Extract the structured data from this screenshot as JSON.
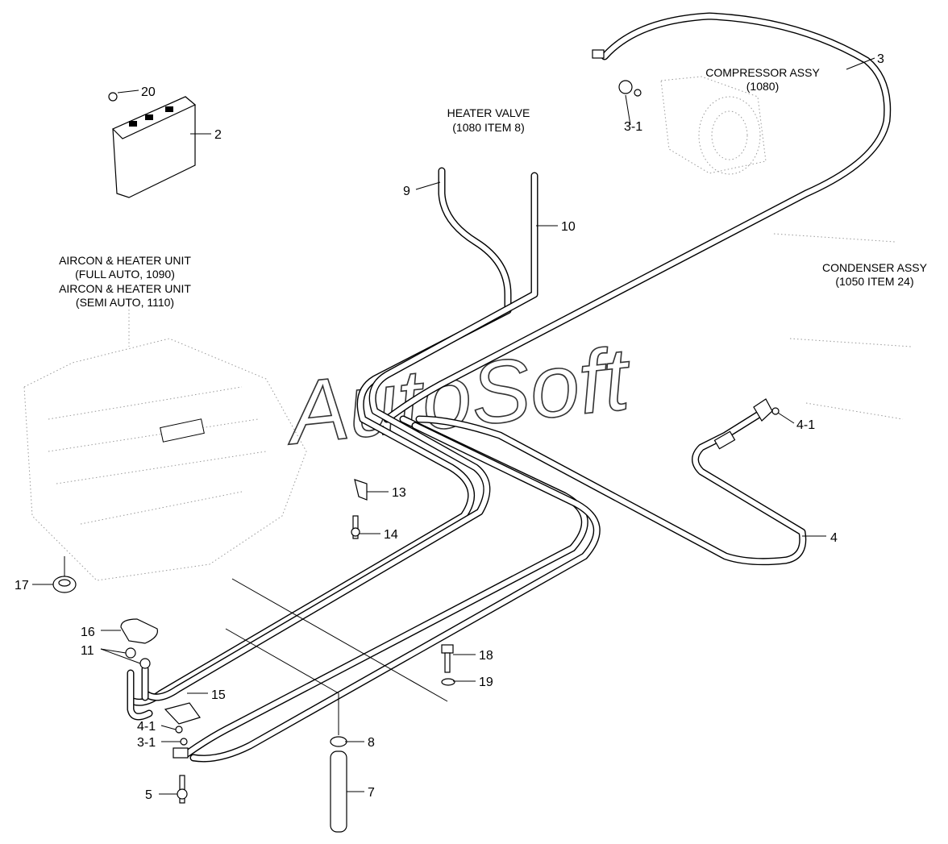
{
  "watermark": "AutoSoft",
  "captions": {
    "heater_valve": [
      "HEATER VALVE",
      "(1080 ITEM 8)"
    ],
    "compressor": [
      "COMPRESSOR ASSY",
      "(1080)"
    ],
    "condenser": [
      "CONDENSER ASSY",
      "(1050 ITEM 24)"
    ],
    "aircon": [
      "AIRCON & HEATER UNIT",
      "(FULL AUTO, 1090)",
      "AIRCON & HEATER UNIT",
      "(SEMI AUTO, 1110)"
    ]
  },
  "callouts": {
    "c20": "20",
    "c2": "2",
    "c3": "3",
    "c3_1_top": "3-1",
    "c9": "9",
    "c10": "10",
    "c4": "4",
    "c4_1_right": "4-1",
    "c13": "13",
    "c14": "14",
    "c17": "17",
    "c16": "16",
    "c11": "11",
    "c15": "15",
    "c4_1_left": "4-1",
    "c3_1_left": "3-1",
    "c5": "5",
    "c8": "8",
    "c7": "7",
    "c18": "18",
    "c19": "19"
  }
}
